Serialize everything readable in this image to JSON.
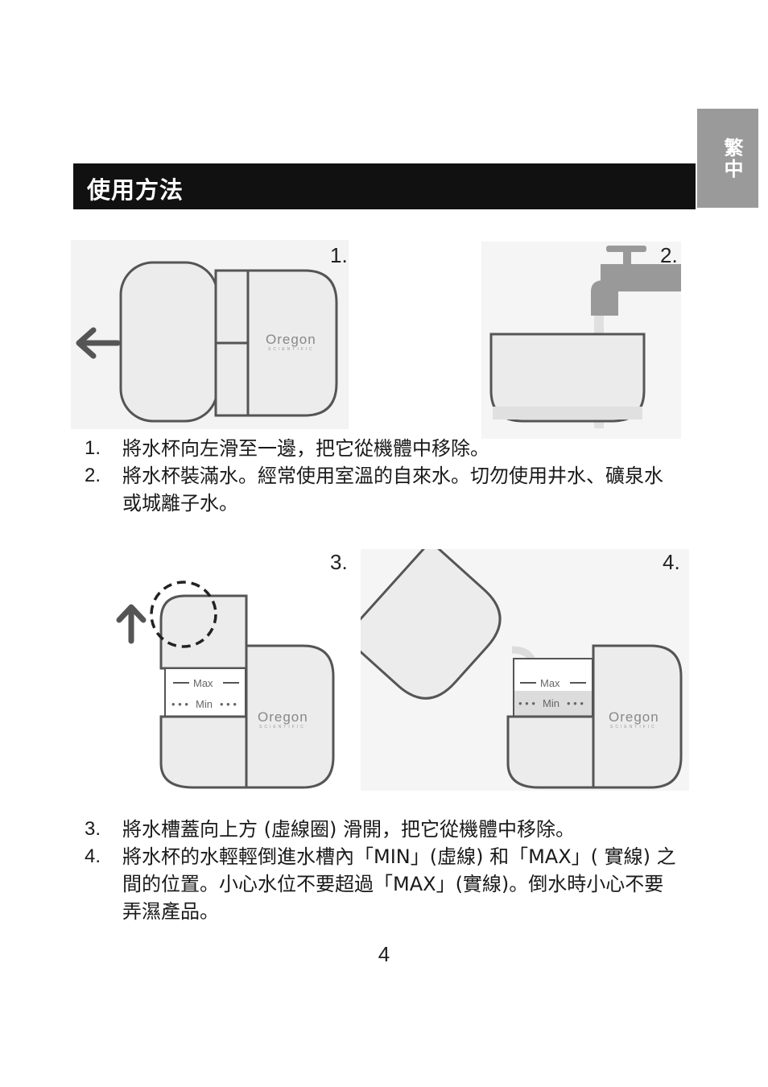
{
  "lang_tab": "繁中",
  "section_title": "使用方法",
  "figures": {
    "fig1_number": "1.",
    "fig2_number": "2.",
    "fig3_number": "3.",
    "fig4_number": "4.",
    "brand_name": "Oregon",
    "brand_sub": "SCIENTIFIC",
    "max_label": "Max",
    "min_label": "Min"
  },
  "steps_a": [
    {
      "num": "1.",
      "text": "將水杯向左滑至一邊，把它從機體中移除。"
    },
    {
      "num": "2.",
      "text": "將水杯裝滿水。經常使用室溫的自來水。切勿使用井水、礦泉水或城離子水。"
    }
  ],
  "steps_b": [
    {
      "num": "3.",
      "text": "將水槽蓋向上方 (虛線圈) 滑開，把它從機體中移除。"
    },
    {
      "num": "4.",
      "text": "將水杯的水輕輕倒進水槽內「MIN」(虛線) 和「MAX」( 實線) 之間的位置。小心水位不要超過「MAX」(實線)。倒水時小心不要弄濕產品。"
    }
  ],
  "page_number": "4"
}
